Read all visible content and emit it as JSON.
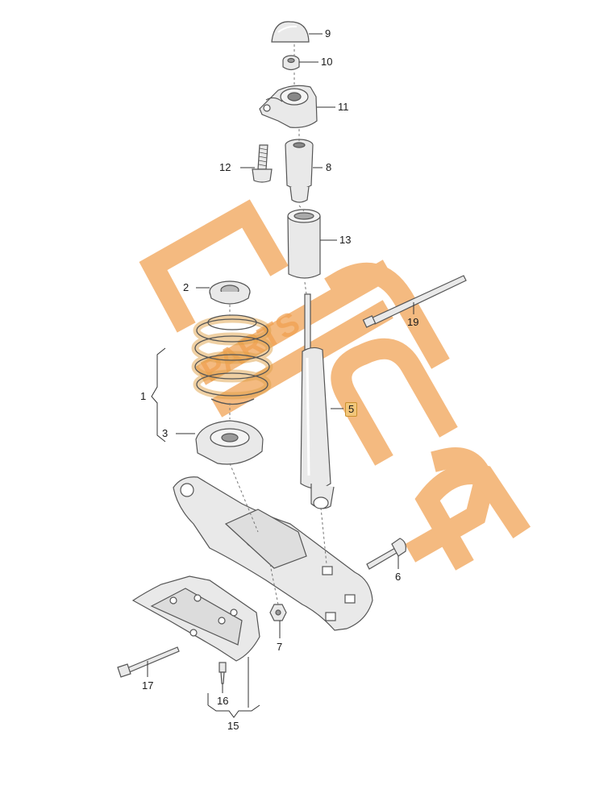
{
  "diagram": {
    "callouts": [
      {
        "id": "c9",
        "text": "9"
      },
      {
        "id": "c10",
        "text": "10"
      },
      {
        "id": "c11",
        "text": "11"
      },
      {
        "id": "c12",
        "text": "12"
      },
      {
        "id": "c8",
        "text": "8"
      },
      {
        "id": "c13",
        "text": "13"
      },
      {
        "id": "c2",
        "text": "2"
      },
      {
        "id": "c19",
        "text": "19"
      },
      {
        "id": "c1",
        "text": "1"
      },
      {
        "id": "c5",
        "text": "5"
      },
      {
        "id": "c3",
        "text": "3"
      },
      {
        "id": "c6",
        "text": "6"
      },
      {
        "id": "c7",
        "text": "7"
      },
      {
        "id": "c17",
        "text": "17"
      },
      {
        "id": "c16",
        "text": "16"
      },
      {
        "id": "c15",
        "text": "15"
      }
    ],
    "highlighted_callout": "5",
    "colors": {
      "part_fill": "#e9e9e9",
      "part_stroke": "#555555",
      "leader": "#333333",
      "watermark": "#f0a050",
      "highlight": "#f2c67a"
    },
    "watermark": {
      "text": "PARTS"
    }
  }
}
